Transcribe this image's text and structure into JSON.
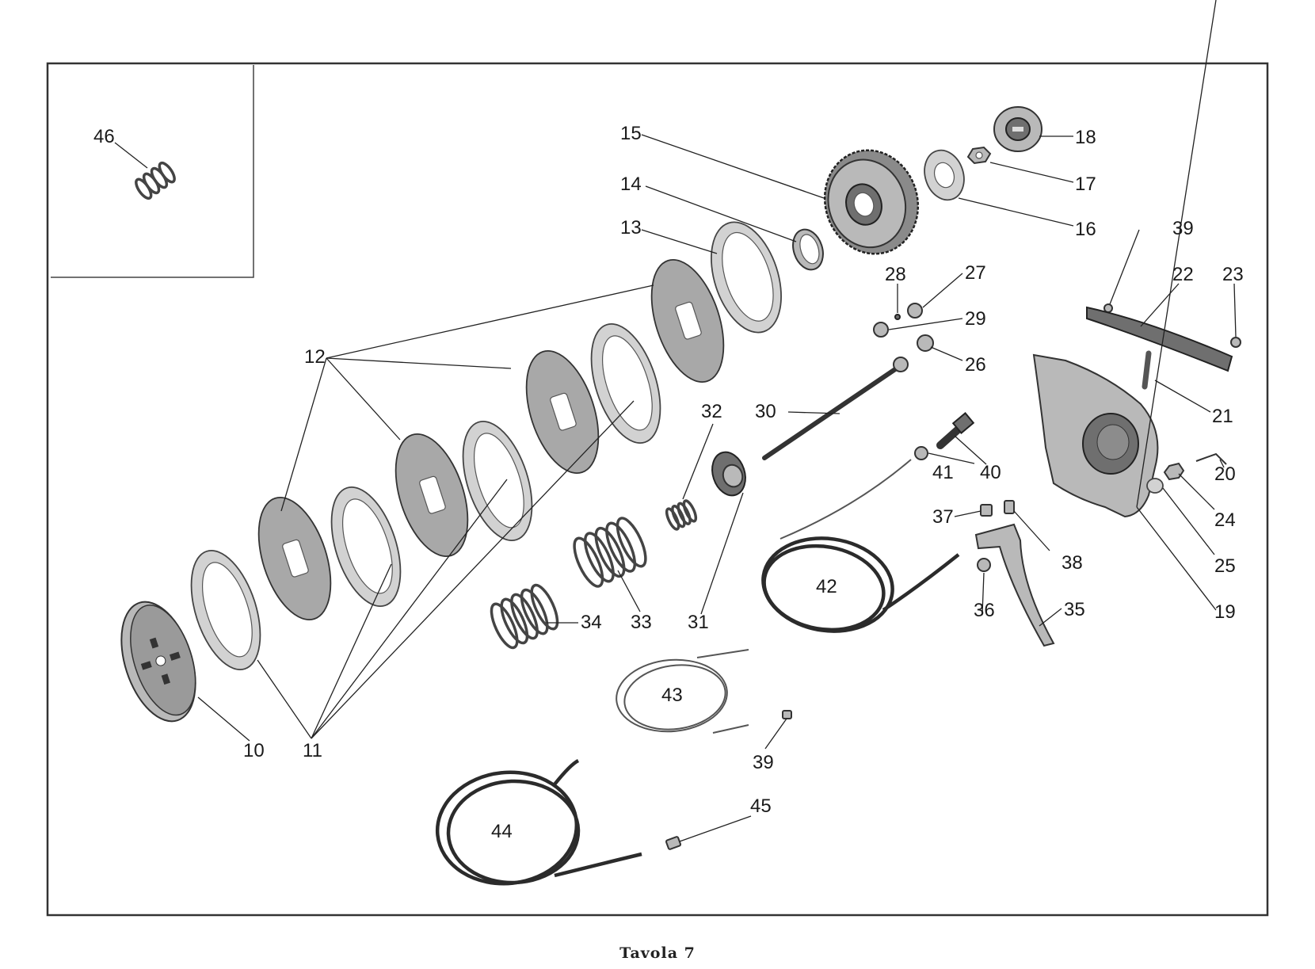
{
  "caption": "Tavola 7",
  "callouts": {
    "c10": "10",
    "c11": "11",
    "c12": "12",
    "c13": "13",
    "c14": "14",
    "c15": "15",
    "c16": "16",
    "c17": "17",
    "c18": "18",
    "c19": "19",
    "c20": "20",
    "c21": "21",
    "c22": "22",
    "c23": "23",
    "c24": "24",
    "c25": "25",
    "c26": "26",
    "c27": "27",
    "c28": "28",
    "c29": "29",
    "c30": "30",
    "c31": "31",
    "c32": "32",
    "c33": "33",
    "c34": "34",
    "c35": "35",
    "c36": "36",
    "c37": "37",
    "c38": "38",
    "c39a": "39",
    "c39b": "39",
    "c40": "40",
    "c41": "41",
    "c42": "42",
    "c43": "43",
    "c44": "44",
    "c45": "45",
    "c46": "46"
  }
}
